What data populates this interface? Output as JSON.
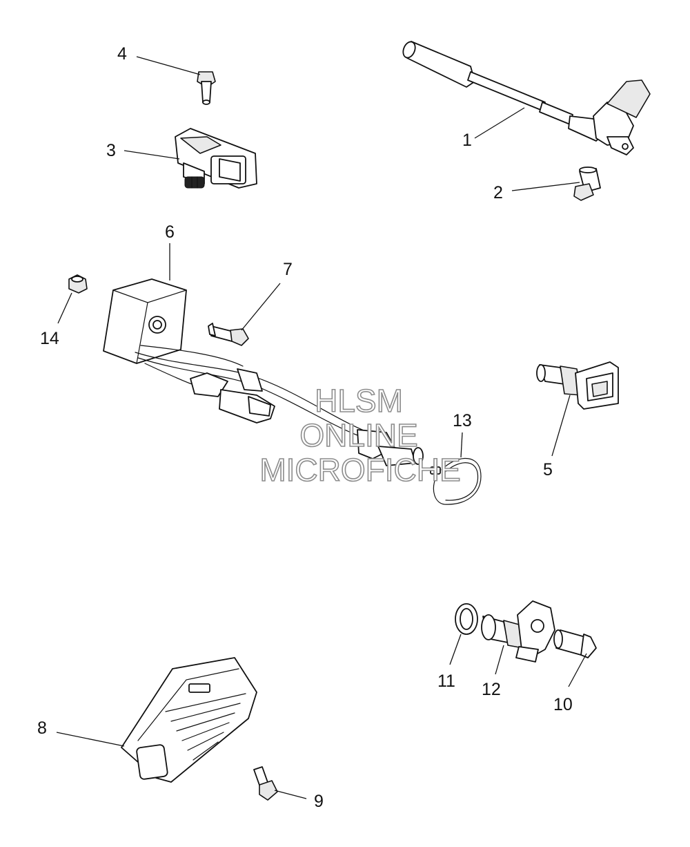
{
  "callouts": [
    {
      "id": "c1",
      "label": "1"
    },
    {
      "id": "c2",
      "label": "2"
    },
    {
      "id": "c3",
      "label": "3"
    },
    {
      "id": "c4",
      "label": "4"
    },
    {
      "id": "c5",
      "label": "5"
    },
    {
      "id": "c6",
      "label": "6"
    },
    {
      "id": "c7",
      "label": "7"
    },
    {
      "id": "c8",
      "label": "8"
    },
    {
      "id": "c9",
      "label": "9"
    },
    {
      "id": "c10",
      "label": "10"
    },
    {
      "id": "c11",
      "label": "11"
    },
    {
      "id": "c12",
      "label": "12"
    },
    {
      "id": "c13",
      "label": "13"
    },
    {
      "id": "c14",
      "label": "14"
    }
  ],
  "watermark": {
    "line1": "HLSM",
    "line2": "ONLINE",
    "line3": "MICROFICHE",
    "color": "#8c8c8c"
  }
}
